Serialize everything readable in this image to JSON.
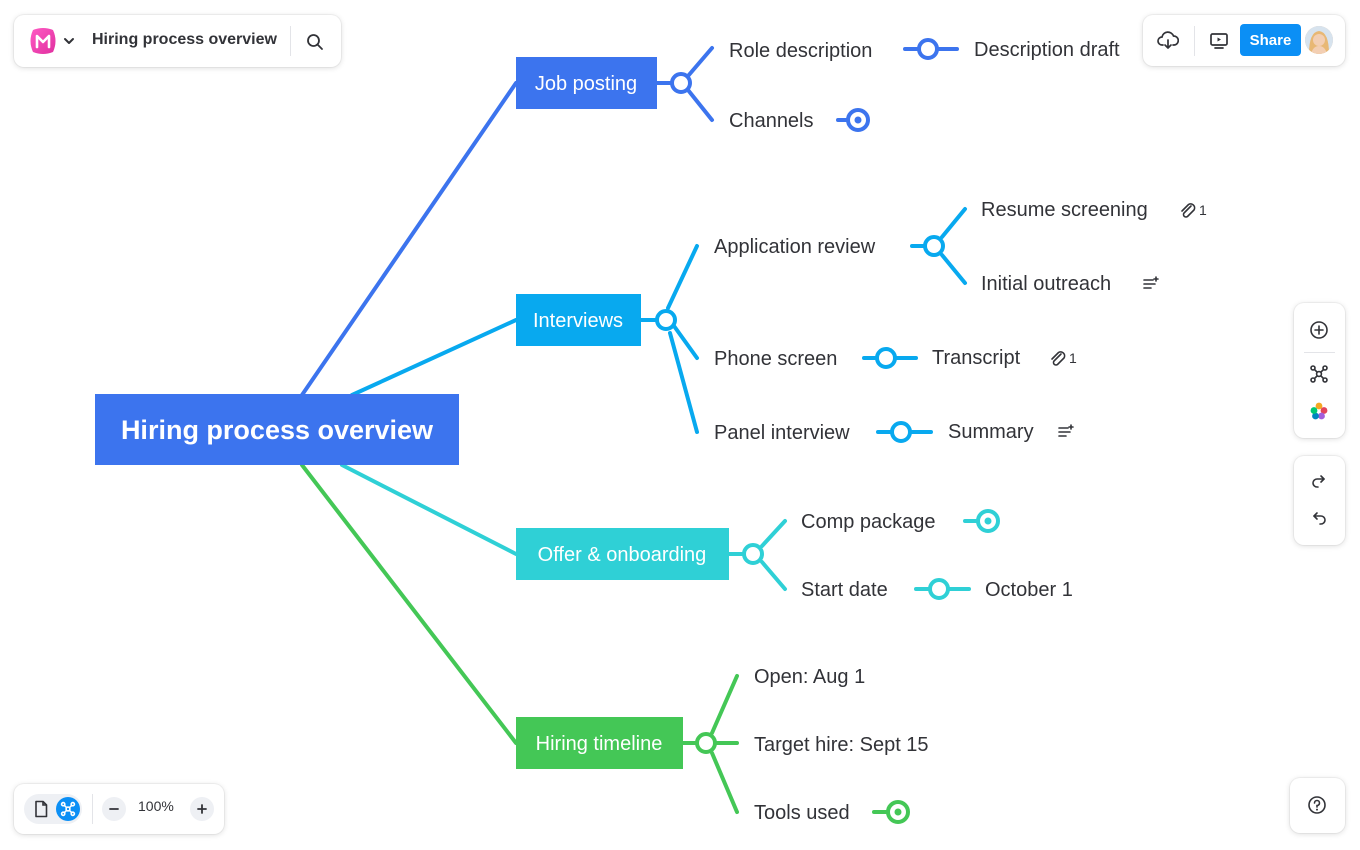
{
  "app": {
    "logo": "monday-workdocs-logo",
    "board_title": "Hiring process overview"
  },
  "toolbar": {
    "share_label": "Share",
    "zoom": "100%"
  },
  "colors": {
    "root": "#3c74ee",
    "job_posting": "#3c74ee",
    "interviews": "#08a9ef",
    "offer": "#2fd0d6",
    "timeline": "#44c756",
    "share": "#0b8ff5"
  },
  "map": {
    "root": "Hiring process overview",
    "branches": [
      {
        "label": "Job posting",
        "children": [
          {
            "label": "Role description",
            "leaf": "Description draft"
          },
          {
            "label": "Channels"
          }
        ]
      },
      {
        "label": "Interviews",
        "children": [
          {
            "label": "Application review",
            "subs": [
              {
                "label": "Resume screening",
                "badge": "1",
                "badge_icon": "paperclip-icon"
              },
              {
                "label": "Initial outreach",
                "badge_icon": "notes-icon"
              }
            ]
          },
          {
            "label": "Phone screen",
            "leaf": "Transcript",
            "badge": "1",
            "badge_icon": "paperclip-icon"
          },
          {
            "label": "Panel interview",
            "leaf": "Summary",
            "badge_icon": "notes-icon"
          }
        ]
      },
      {
        "label": "Offer & onboarding",
        "children": [
          {
            "label": "Comp package"
          },
          {
            "label": "Start date",
            "leaf": "October 1"
          }
        ]
      },
      {
        "label": "Hiring timeline",
        "children": [
          {
            "label": "Open: Aug 1"
          },
          {
            "label": "Target hire: Sept 15"
          },
          {
            "label": "Tools used"
          }
        ]
      }
    ]
  }
}
